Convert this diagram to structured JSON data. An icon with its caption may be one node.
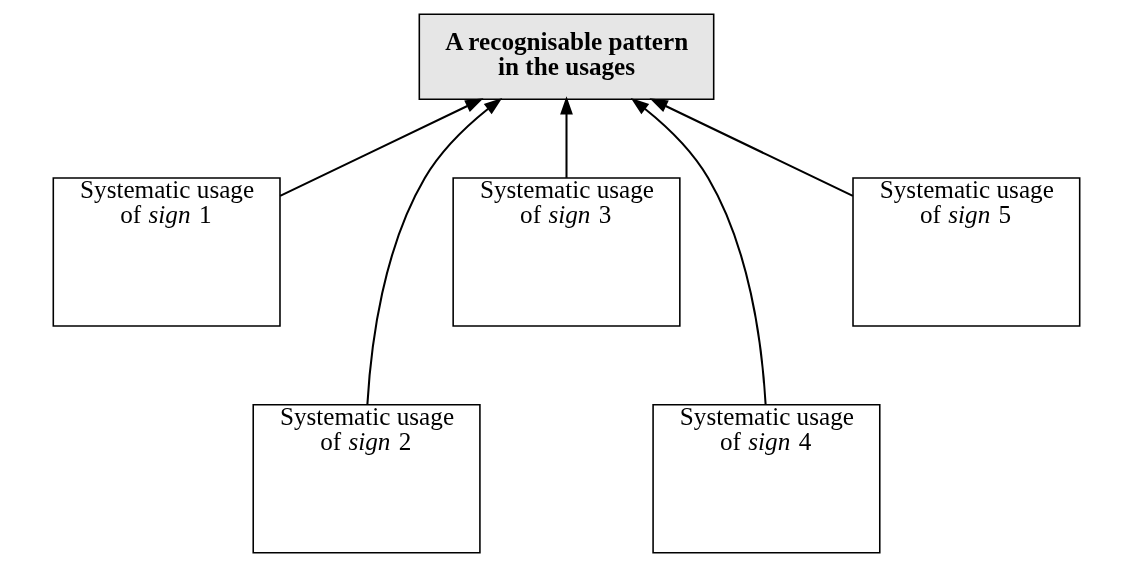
{
  "diagram": {
    "nodes": [
      {
        "text": [
          "A recognisable pattern in the usages"
        ]
      },
      {
        "text": [
          "Systematic usage of *sign* 1"
        ]
      },
      {
        "text": [
          "Systematic usage of *sign* 2"
        ]
      },
      {
        "text": [
          "Systematic usage of *sign* 3"
        ]
      },
      {
        "text": [
          "Systematic usage of *sign* 4"
        ]
      },
      {
        "text": [
          "Systematic usage of *sign* 5"
        ]
      }
    ],
    "edges": [
      {
        "from": 1,
        "to": 0,
        "arrow": "to"
      },
      {
        "from": 2,
        "to": 0,
        "arrow": "to"
      },
      {
        "from": 3,
        "to": 0,
        "arrow": "to"
      },
      {
        "from": 4,
        "to": 0,
        "arrow": "to"
      },
      {
        "from": 5,
        "to": 0,
        "arrow": "to"
      }
    ]
  }
}
